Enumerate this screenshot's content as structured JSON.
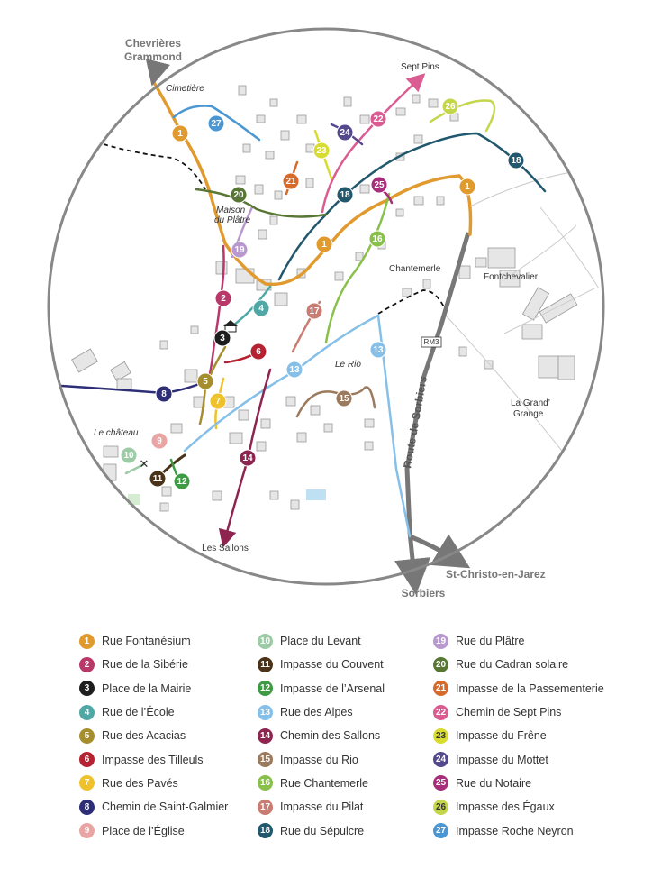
{
  "map": {
    "destinations": {
      "north_west": [
        "Chevrières",
        "Grammond"
      ],
      "north_east": "Sept Pins",
      "south": "Sorbiers",
      "south_east": "St-Christo-en-Jarez",
      "south_small": "Les Sallons"
    },
    "places": {
      "cimetiere": "Cimetière",
      "maison_line1": "Maison",
      "maison_line2": "du Plâtre",
      "chantemerle": "Chantemerle",
      "fontchevalier": "Fontchevalier",
      "le_rio": "Le Rio",
      "le_chateau": "Le château",
      "grand_grange_line1": "La Grand’",
      "grand_grange_line2": "Grange"
    },
    "road_label": "Route de Sorbiers",
    "road_code": "RM3"
  },
  "streets": [
    {
      "n": "1",
      "name": "Rue Fontanésium",
      "color": "#E09A2E"
    },
    {
      "n": "2",
      "name": "Rue de la Sibérie",
      "color": "#B8386A"
    },
    {
      "n": "3",
      "name": "Place de la Mairie",
      "color": "#1E1E1E"
    },
    {
      "n": "4",
      "name": "Rue de l’École",
      "color": "#4FA8A6"
    },
    {
      "n": "5",
      "name": "Rue des Acacias",
      "color": "#A68E2C"
    },
    {
      "n": "6",
      "name": "Impasse des Tilleuls",
      "color": "#B62231"
    },
    {
      "n": "7",
      "name": "Rue des Pavés",
      "color": "#EFC12A"
    },
    {
      "n": "8",
      "name": "Chemin de Saint-Galmier",
      "color": "#2E2E78"
    },
    {
      "n": "9",
      "name": "Place de l’Église",
      "color": "#E8A5A3"
    },
    {
      "n": "10",
      "name": "Place du Levant",
      "color": "#9CCBA6"
    },
    {
      "n": "11",
      "name": "Impasse du Couvent",
      "color": "#4A3319"
    },
    {
      "n": "12",
      "name": "Impasse de l’Arsenal",
      "color": "#3E9B43"
    },
    {
      "n": "13",
      "name": "Rue des Alpes",
      "color": "#86C0E8"
    },
    {
      "n": "14",
      "name": "Chemin des Sallons",
      "color": "#8E2450"
    },
    {
      "n": "15",
      "name": "Impasse du Rio",
      "color": "#9C7A5E"
    },
    {
      "n": "16",
      "name": "Rue Chantemerle",
      "color": "#88C04A"
    },
    {
      "n": "17",
      "name": "Impasse du Pilat",
      "color": "#C87C72"
    },
    {
      "n": "18",
      "name": "Rue du Sépulcre",
      "color": "#22586E"
    },
    {
      "n": "19",
      "name": "Rue du Plâtre",
      "color": "#B898CE"
    },
    {
      "n": "20",
      "name": "Rue du Cadran solaire",
      "color": "#587634"
    },
    {
      "n": "21",
      "name": "Impasse de la Passementerie",
      "color": "#D56A2A"
    },
    {
      "n": "22",
      "name": "Chemin de Sept Pins",
      "color": "#DA5C92"
    },
    {
      "n": "23",
      "name": "Impasse du Frêne",
      "color": "#D8DC30"
    },
    {
      "n": "24",
      "name": "Impasse du Mottet",
      "color": "#55498E"
    },
    {
      "n": "25",
      "name": "Rue du Notaire",
      "color": "#A72E7A"
    },
    {
      "n": "26",
      "name": "Impasse des Égaux",
      "color": "#C4D64A"
    },
    {
      "n": "27",
      "name": "Impasse Roche Neyron",
      "color": "#4B97D3"
    }
  ]
}
